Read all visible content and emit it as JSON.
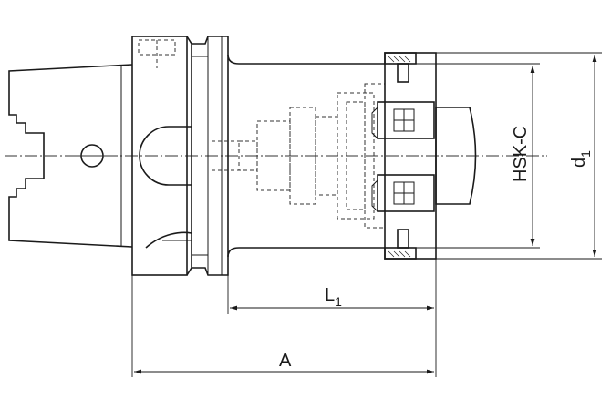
{
  "dimensions": {
    "L1": {
      "main": "L",
      "sub": "1"
    },
    "A": {
      "main": "A"
    },
    "HSK_C": {
      "main": "HSK-C"
    },
    "d1": {
      "main": "d",
      "sub": "1"
    }
  },
  "colors": {
    "line": "#1a1a1a",
    "background": "#ffffff"
  }
}
